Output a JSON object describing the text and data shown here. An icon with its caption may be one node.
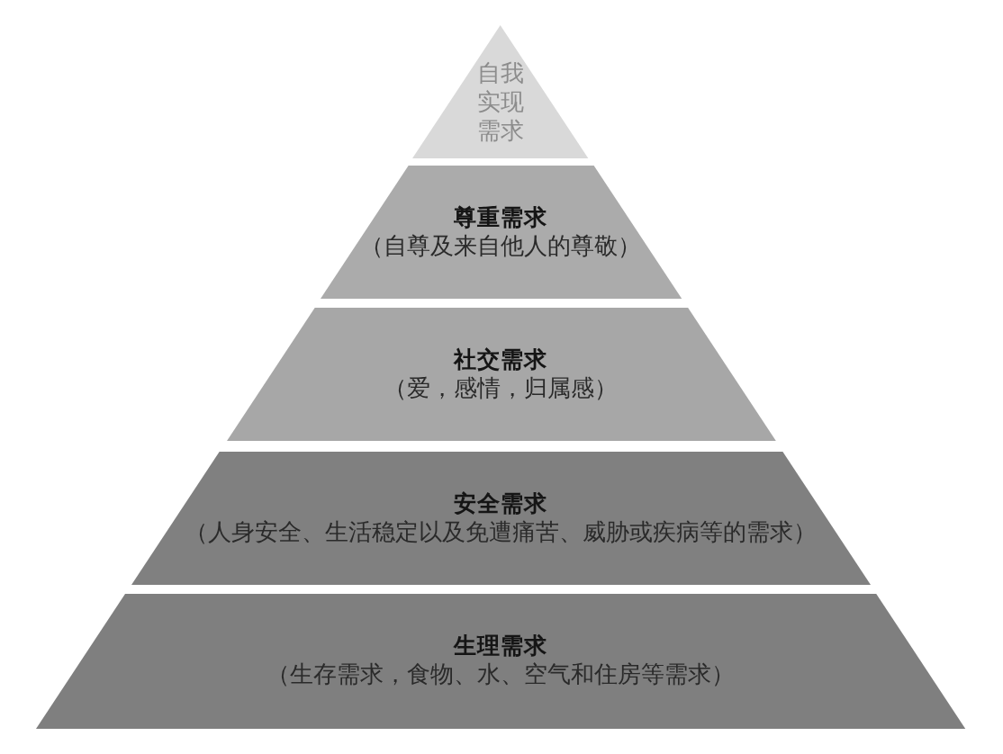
{
  "diagram": {
    "nodes": [
      {
        "text": [
          "自我实现需求"
        ]
      },
      {
        "text": [
          "尊重需求",
          "（自尊及来自他人的尊敬）"
        ]
      },
      {
        "text": [
          "社交需求",
          "（爱，感情，归属感）"
        ]
      },
      {
        "text": [
          "安全需求",
          "（人身安全、生活稳定以及免遭痛苦、威胁或疾病等的需求）"
        ]
      },
      {
        "text": [
          "生理需求",
          "（生存需求，食物、水、空气和住房等需求）"
        ]
      }
    ]
  }
}
